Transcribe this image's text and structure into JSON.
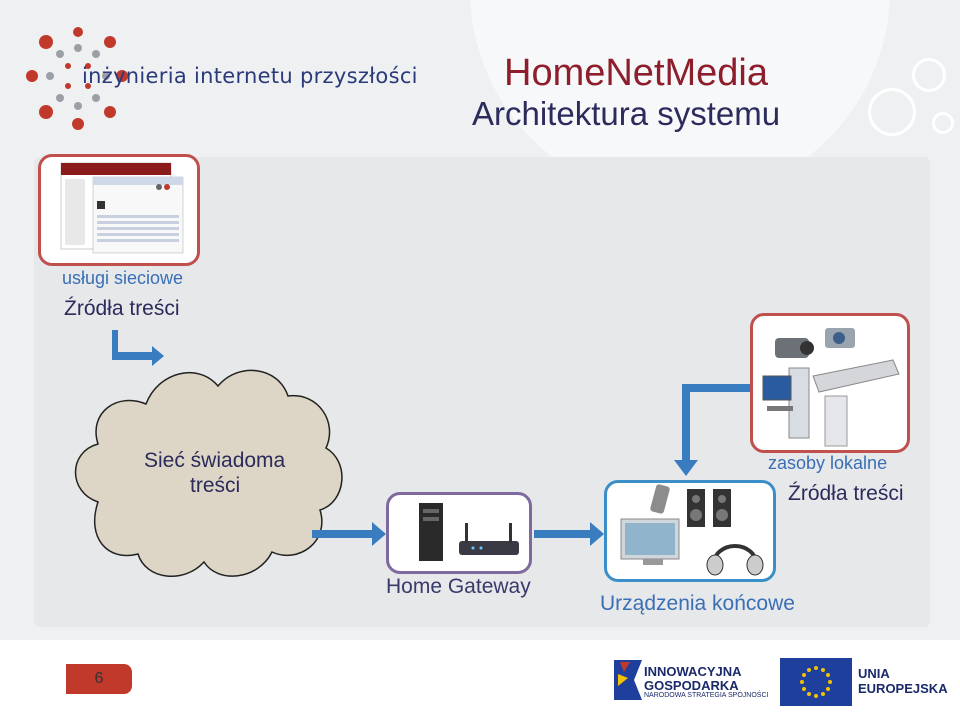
{
  "header": {
    "logo_text": "inżynieria internetu przyszłości",
    "title": "HomeNetMedia",
    "subtitle": "Architektura systemu"
  },
  "content_sources": {
    "web_label": "usługi sieciowe",
    "web_title": "Źródła treści",
    "local_label": "zasoby lokalne",
    "local_title": "Źródła treści"
  },
  "network": {
    "line1": "Sieć świadoma",
    "line2": "treści"
  },
  "gateway": {
    "label": "Home Gateway"
  },
  "devices": {
    "label": "Urządzenia końcowe"
  },
  "footer": {
    "slide_number": "6",
    "ig_line1": "INNOWACYJNA",
    "ig_line2": "GOSPODARKA",
    "ig_line3": "NARODOWA STRATEGIA SPÓJNOŚCI",
    "eu_line1": "UNIA",
    "eu_line2": "EUROPEJSKA"
  },
  "colors": {
    "title_red": "#8e1e2b",
    "navy": "#2b2b5c",
    "blue": "#3a6fb5",
    "arrow_blue": "#3a7cc0",
    "frame_red": "#c0504d",
    "cloud_fill": "#ddd6c6"
  }
}
